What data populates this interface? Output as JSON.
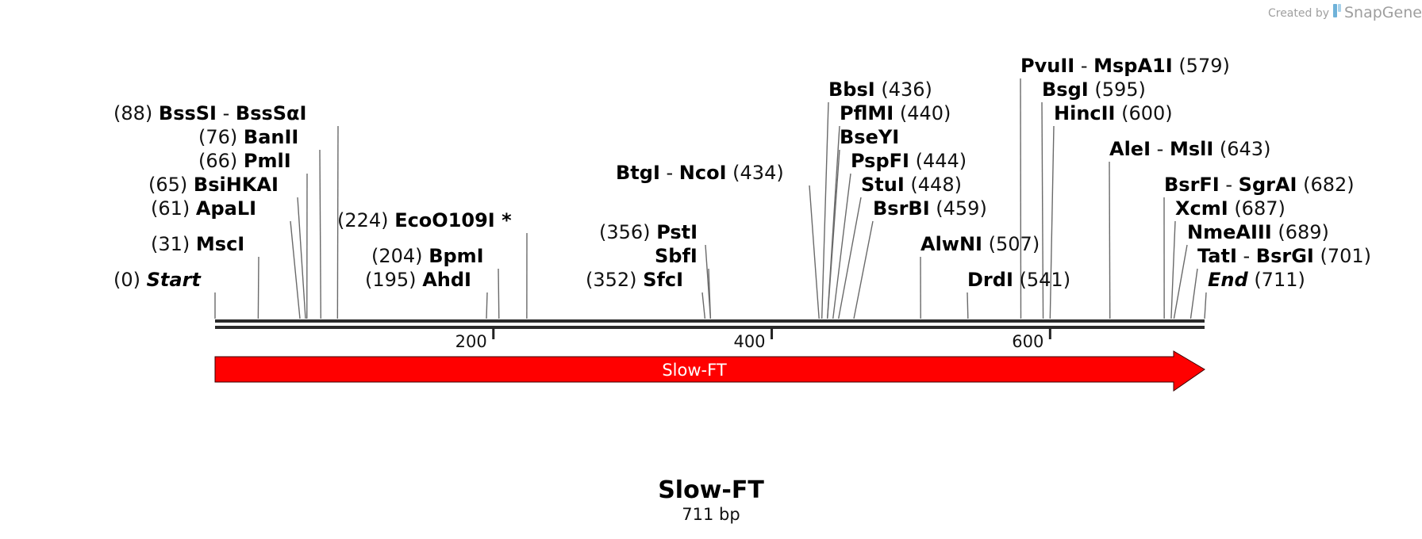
{
  "credit": {
    "prefix": "Created by",
    "brand": "SnapGene"
  },
  "sequence": {
    "name": "Slow-FT",
    "length_label": "711 bp",
    "length": 711
  },
  "feature": {
    "label": "Slow-FT",
    "start": 0,
    "end": 711,
    "color": "#ff0000",
    "direction": "forward"
  },
  "scale": {
    "ticks": [
      {
        "pos": 200,
        "label": "200"
      },
      {
        "pos": 400,
        "label": "400"
      },
      {
        "pos": 600,
        "label": "600"
      }
    ]
  },
  "sites": [
    {
      "pos": 0,
      "pos_label": "(0)",
      "names": [
        "Start"
      ],
      "italic": true
    },
    {
      "pos": 31,
      "pos_label": "(31)",
      "names": [
        "MscI"
      ]
    },
    {
      "pos": 61,
      "pos_label": "(61)",
      "names": [
        "ApaLI"
      ]
    },
    {
      "pos": 65,
      "pos_label": "(65)",
      "names": [
        "BsiHKAI"
      ]
    },
    {
      "pos": 66,
      "pos_label": "(66)",
      "names": [
        "PmlI"
      ]
    },
    {
      "pos": 76,
      "pos_label": "(76)",
      "names": [
        "BanII"
      ]
    },
    {
      "pos": 88,
      "pos_label": "(88)",
      "names": [
        "BssSI",
        "BssSαI"
      ]
    },
    {
      "pos": 195,
      "pos_label": "(195)",
      "names": [
        "AhdI"
      ]
    },
    {
      "pos": 204,
      "pos_label": "(204)",
      "names": [
        "BpmI"
      ]
    },
    {
      "pos": 224,
      "pos_label": "(224)",
      "names": [
        "EcoO109I *"
      ]
    },
    {
      "pos": 352,
      "pos_label": "(352)",
      "names": [
        "SfcI"
      ]
    },
    {
      "pos": 356,
      "pos_label": "(356)",
      "names": [
        "PstI"
      ]
    },
    {
      "pos": 356,
      "pos_label": "",
      "names": [
        "SbfI"
      ]
    },
    {
      "pos": 434,
      "pos_label": "(434)",
      "names": [
        "BtgI",
        "NcoI"
      ]
    },
    {
      "pos": 436,
      "pos_label": "(436)",
      "names": [
        "BbsI"
      ]
    },
    {
      "pos": 440,
      "pos_label": "(440)",
      "names": [
        "PflMI"
      ]
    },
    {
      "pos": 440,
      "pos_label": "",
      "names": [
        "BseYI"
      ]
    },
    {
      "pos": 444,
      "pos_label": "(444)",
      "names": [
        "PspFI"
      ]
    },
    {
      "pos": 448,
      "pos_label": "(448)",
      "names": [
        "StuI"
      ]
    },
    {
      "pos": 459,
      "pos_label": "(459)",
      "names": [
        "BsrBI"
      ]
    },
    {
      "pos": 507,
      "pos_label": "(507)",
      "names": [
        "AlwNI"
      ]
    },
    {
      "pos": 541,
      "pos_label": "(541)",
      "names": [
        "DrdI"
      ]
    },
    {
      "pos": 579,
      "pos_label": "(579)",
      "names": [
        "PvuII",
        "MspA1I"
      ]
    },
    {
      "pos": 595,
      "pos_label": "(595)",
      "names": [
        "BsgI"
      ]
    },
    {
      "pos": 600,
      "pos_label": "(600)",
      "names": [
        "HincII"
      ]
    },
    {
      "pos": 643,
      "pos_label": "(643)",
      "names": [
        "AleI",
        "MslI"
      ]
    },
    {
      "pos": 682,
      "pos_label": "(682)",
      "names": [
        "BsrFI",
        "SgrAI"
      ]
    },
    {
      "pos": 687,
      "pos_label": "(687)",
      "names": [
        "XcmI"
      ]
    },
    {
      "pos": 689,
      "pos_label": "(689)",
      "names": [
        "NmeAIII"
      ]
    },
    {
      "pos": 701,
      "pos_label": "(701)",
      "names": [
        "TatI",
        "BsrGI"
      ]
    },
    {
      "pos": 711,
      "pos_label": "(711)",
      "names": [
        "End"
      ],
      "italic": true
    }
  ]
}
